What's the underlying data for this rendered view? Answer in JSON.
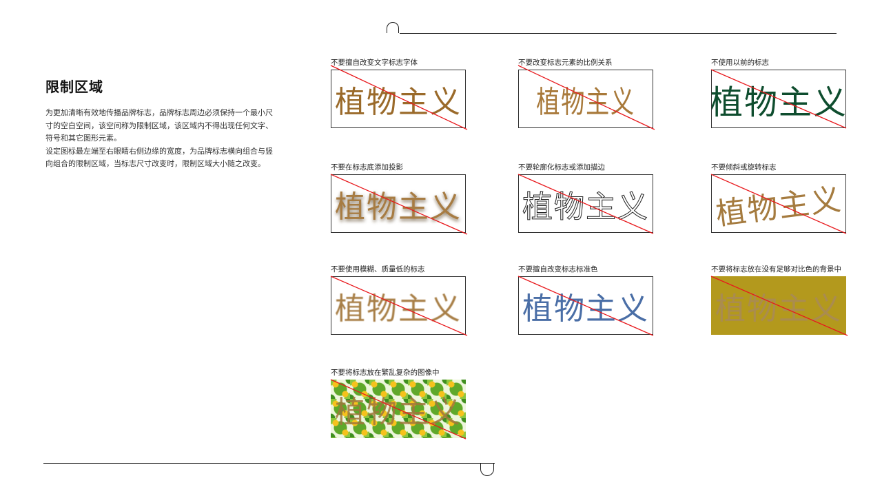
{
  "section": {
    "title": "限制区域",
    "description": [
      "为更加清晰有效地传播品牌标志，品牌标志周边必须保持一个最小尺寸的空白空间，该空间称为限制区域，该区域内不得出现任何文字、符号和其它图形元素。",
      "设定图标最左端至右眼睛右侧边缘的宽度，为品牌标志横向组合与竖向组合的限制区域，当标志尺寸改变时，限制区域大小随之改变。"
    ]
  },
  "logo_text": "植物主义",
  "colors": {
    "strike_line": "#e8181c",
    "box_border": "#333333",
    "logo_gold": "#9a6a2a",
    "logo_old_green": "#0e4d2e",
    "logo_wrong_blue": "#4a6ea6",
    "low_contrast_bg": "#b3991d"
  },
  "cards": [
    {
      "label": "不要擅自改变文字标志字体",
      "logo": "植物主义"
    },
    {
      "label": "不要改变标志元素的比例关系",
      "logo": "植物主义"
    },
    {
      "label": "不使用以前的标志",
      "logo": "植物主义"
    },
    {
      "label": "不要在标志底添加投影",
      "logo": "植物主义"
    },
    {
      "label": "不要轮廓化标志或添加描边",
      "logo": "植物主义"
    },
    {
      "label": "不要倾斜或旋转标志",
      "logo": "植物主义"
    },
    {
      "label": "不要使用模糊、质量低的标志",
      "logo": "植物主义"
    },
    {
      "label": "不要擅自改变标志标准色",
      "logo": "植物主义"
    },
    {
      "label": "不要将标志放在没有足够对比色的背景中",
      "logo": "植物主义"
    },
    {
      "label": "不要将标志放在繁乱复杂的图像中",
      "logo": "植物主义"
    }
  ]
}
